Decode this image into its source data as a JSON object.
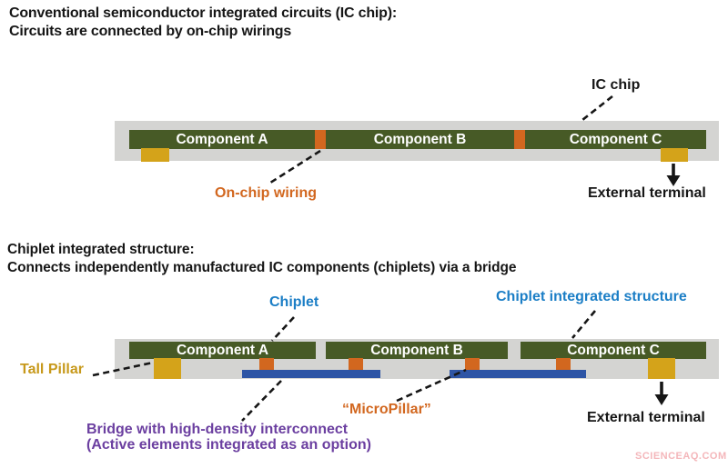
{
  "section1": {
    "title_line1": "Conventional semiconductor integrated circuits (IC chip):",
    "title_line2": "Circuits are connected by on-chip wirings",
    "components": [
      "Component A",
      "Component B",
      "Component C"
    ],
    "labels": {
      "ic_chip": "IC chip",
      "on_chip_wiring": "On-chip wiring",
      "external_terminal": "External terminal"
    }
  },
  "section2": {
    "title_line1": "Chiplet integrated structure:",
    "title_line2": "Connects independently manufactured IC components (chiplets) via a bridge",
    "components": [
      "Component A",
      "Component B",
      "Component C"
    ],
    "labels": {
      "chiplet": "Chiplet",
      "chiplet_integrated_structure": "Chiplet integrated structure",
      "tall_pillar": "Tall Pillar",
      "micropillar": "“MicroPillar”",
      "bridge_line1": "Bridge with high-density interconnect",
      "bridge_line2": "(Active elements integrated as an option)",
      "external_terminal": "External terminal"
    }
  },
  "watermark": "SCIENCEAQ.COM",
  "colors": {
    "substrate_gray": "#d4d4d2",
    "component_green": "#475a26",
    "wiring_orange": "#d2671f",
    "terminal_gold": "#d4a31a",
    "bridge_blue": "#2e55a5",
    "label_blue": "#1b7ec6",
    "label_purple": "#6b3fa0",
    "label_orange": "#d2671f",
    "label_gold": "#c7991b",
    "watermark_pink": "#f4b6ba"
  }
}
